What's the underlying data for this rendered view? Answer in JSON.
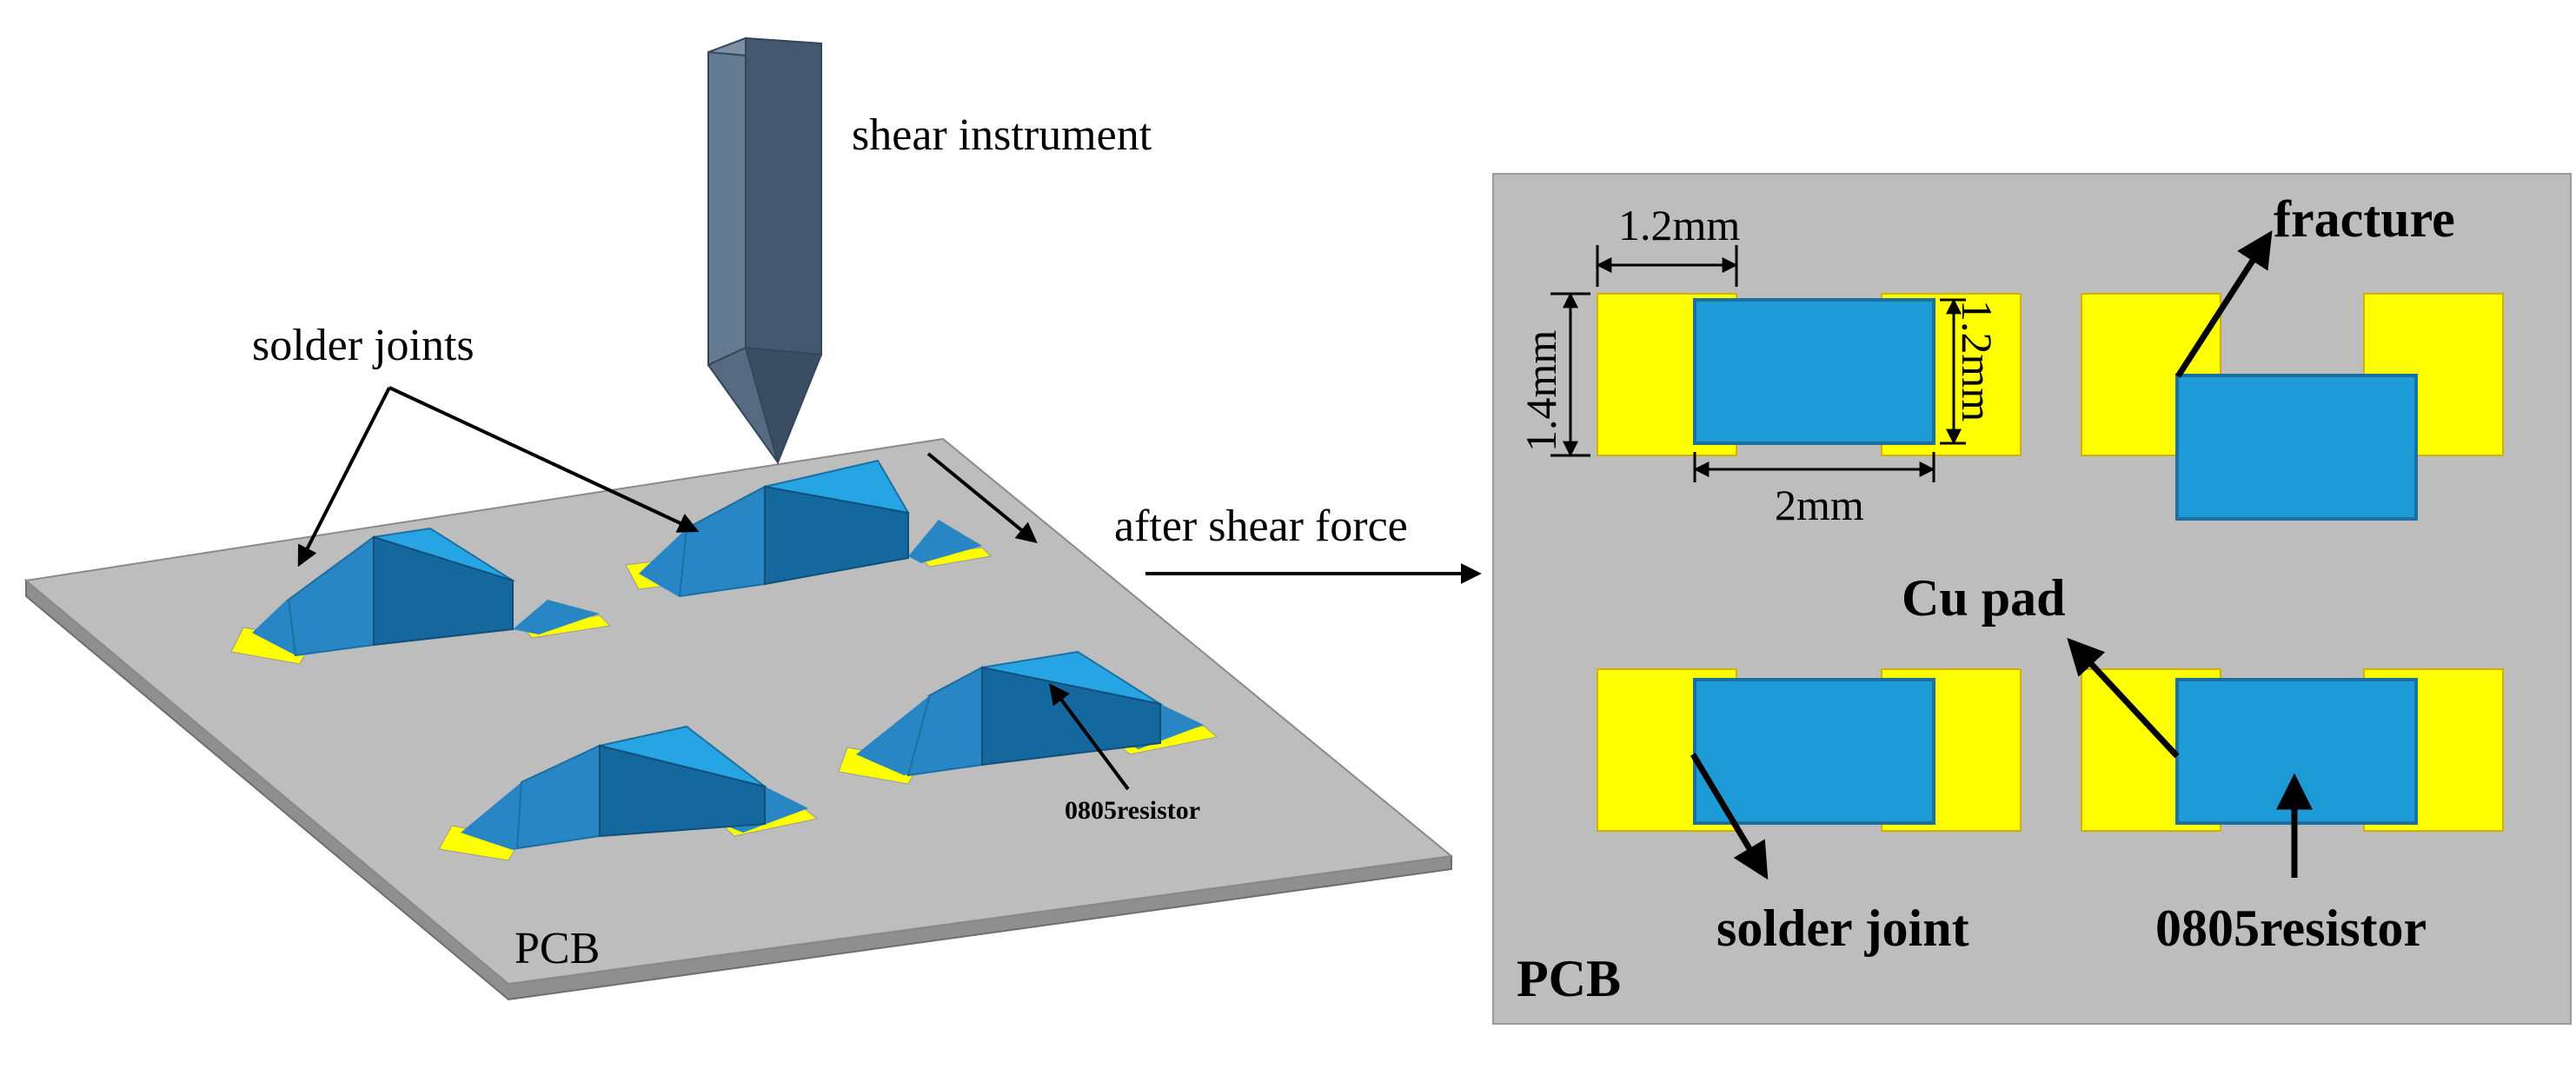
{
  "left_panel": {
    "labels": {
      "shear_instrument": "shear instrument",
      "solder_joints": "solder joints",
      "resistor": "0805resistor",
      "pcb": "PCB"
    }
  },
  "middle": {
    "arrow_label": "after shear force"
  },
  "right_panel": {
    "labels": {
      "fracture": "fracture",
      "cu_pad": "Cu pad",
      "solder_joint": "solder joint",
      "resistor": "0805resistor",
      "pcb": "PCB"
    },
    "dimensions": {
      "pad_width": "1.2mm",
      "pad_height": "1.4mm",
      "resistor_height": "1.2mm",
      "resistor_length": "2mm"
    }
  },
  "colors": {
    "pcb_gray": "#bdbdbd",
    "pad_yellow": "#ffff00",
    "resistor_blue": "#1e9bd7",
    "resistor_top": "#27a4e3",
    "resistor_front": "#14689e",
    "resistor_side": "#2986c4",
    "instrument_front": "#445870",
    "instrument_side": "#647a90"
  }
}
